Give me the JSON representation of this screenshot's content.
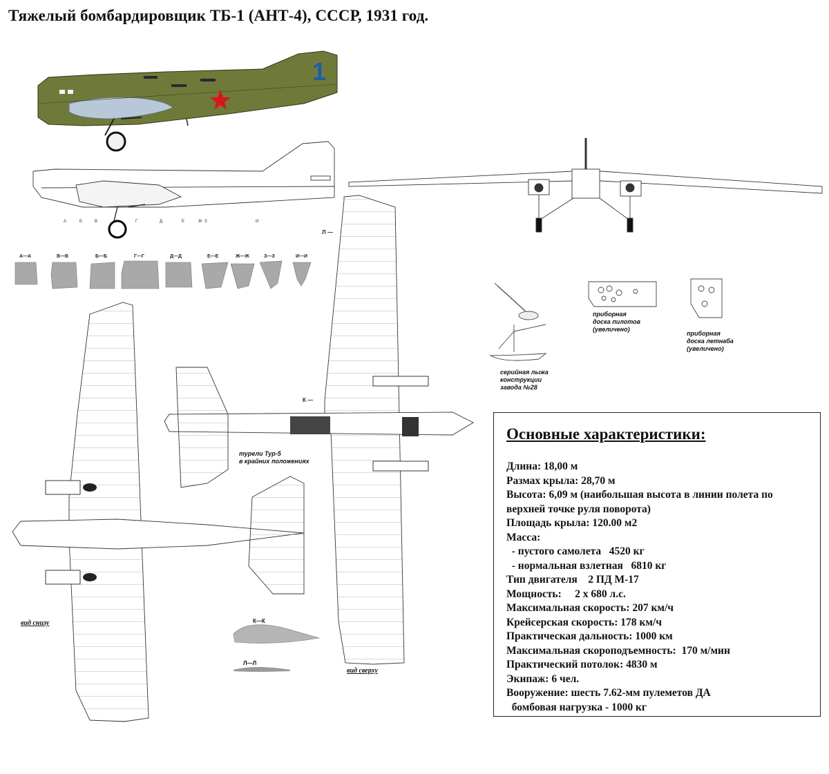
{
  "title": "Тяжелый бомбардировщик ТБ-1 (АНТ-4), СССР, 1931 год.",
  "tail_number": "1",
  "colors": {
    "camo": "#6f7a3a",
    "belly": "#b9c8d8",
    "star": "#d6171a",
    "number": "#1a5fa8"
  },
  "station_marks": [
    "А",
    "Б",
    "В",
    "Г",
    "Д",
    "Е",
    "Ж",
    "З",
    "И"
  ],
  "sections": [
    "А—А",
    "В—В",
    "Б—Б",
    "Г—Г",
    "Д—Д",
    "Е—Е",
    "Ж—Ж",
    "З—З",
    "И—И"
  ],
  "marks": {
    "l": "Л —",
    "k": "К —"
  },
  "labels": {
    "ski": [
      "серийная лыжа",
      "конструкции",
      "завода №28"
    ],
    "pilot_panel": [
      "приборная",
      "доска пилотов",
      "(увеличено)"
    ],
    "nav_panel": [
      "приборная",
      "доска летнаба",
      "(увеличено)"
    ],
    "turrets": [
      "турели Тур-5",
      "в крайних положениях"
    ],
    "airfoil_kk": "К—К",
    "airfoil_ll": "Л—Л",
    "view_bottom": "вид снизу",
    "view_top": "вид сверху"
  },
  "specs": {
    "heading": "Основные характеристики:",
    "rows": [
      "Длина: 18,00 м",
      "Размах крыла: 28,70 м",
      "Высота: 6,09 м (наибольшая высота в линии полета по",
      "верхней точке руля поворота)",
      "Площадь крыла: 120.00 м2",
      "Масса:",
      "  - пустого самолета   4520 кг",
      "  - нормальная взлетная   6810 кг",
      "Тип двигателя    2 ПД М-17",
      "Мощность:     2 х 680 л.с.",
      "Максимальная скорость: 207 км/ч",
      "Крейсерская скорость: 178 км/ч",
      "Практическая дальность: 1000 км",
      "Максимальная скороподъемность:  170 м/мин",
      "Практический потолок: 4830 м",
      "Экипаж: 6 чел.",
      "Вооружение: шесть 7.62-мм пулеметов ДА",
      "  бомбовая нагрузка - 1000 кг"
    ]
  }
}
